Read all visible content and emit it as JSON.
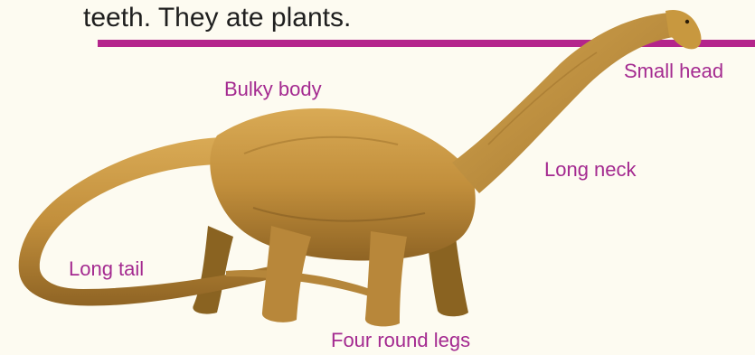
{
  "text": {
    "body_line": "teeth. They ate plants."
  },
  "labels": {
    "small_head": "Small head",
    "bulky_body": "Bulky body",
    "long_neck": "Long neck",
    "long_tail": "Long tail",
    "four_round_legs": "Four round legs"
  },
  "colors": {
    "background": "#fdfbf1",
    "rule": "#b4258c",
    "label": "#a42a90",
    "dinosaur_body": "#c9993f",
    "dinosaur_shade": "#8a6321"
  },
  "illustration": {
    "subject": "sauropod-dinosaur"
  }
}
